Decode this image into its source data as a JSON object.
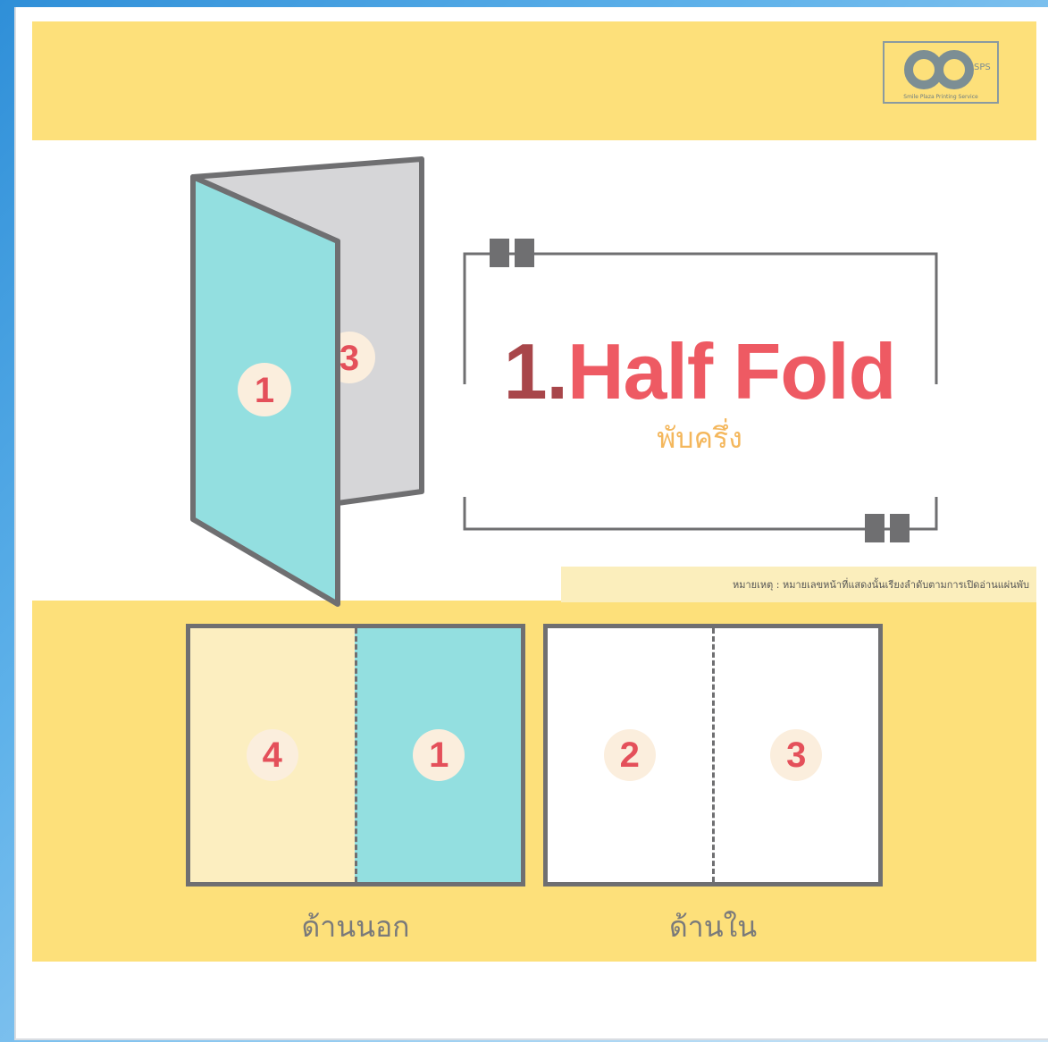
{
  "colors": {
    "band_yellow": "#fde07a",
    "panel_teal": "#93dfe0",
    "panel_cream": "#fceec0",
    "panel_gray": "#d6d6d8",
    "title_red": "#ee5a63",
    "title_number": "#a8464a",
    "subtitle_orange": "#f4b75c",
    "outline": "#6f6f71"
  },
  "logo": {
    "mark": "SPS",
    "tagline": "Smile Plaza Printing Service"
  },
  "fold_illustration": {
    "front_page": "1",
    "back_page": "3"
  },
  "title": {
    "number": "1.",
    "text": "Half Fold",
    "subtitle": "พับครึ่ง"
  },
  "note": "หมายเหตุ : หมายเลขหน้าที่แสดงนั้นเรียงลำดับตามการเปิดอ่านแผ่นพับ",
  "panels": [
    {
      "caption": "ด้านนอก",
      "pages": [
        {
          "number": "4",
          "color": "#fceec0"
        },
        {
          "number": "1",
          "color": "#93dfe0"
        }
      ]
    },
    {
      "caption": "ด้านใน",
      "pages": [
        {
          "number": "2",
          "color": "#ffffff"
        },
        {
          "number": "3",
          "color": "#ffffff"
        }
      ]
    }
  ]
}
